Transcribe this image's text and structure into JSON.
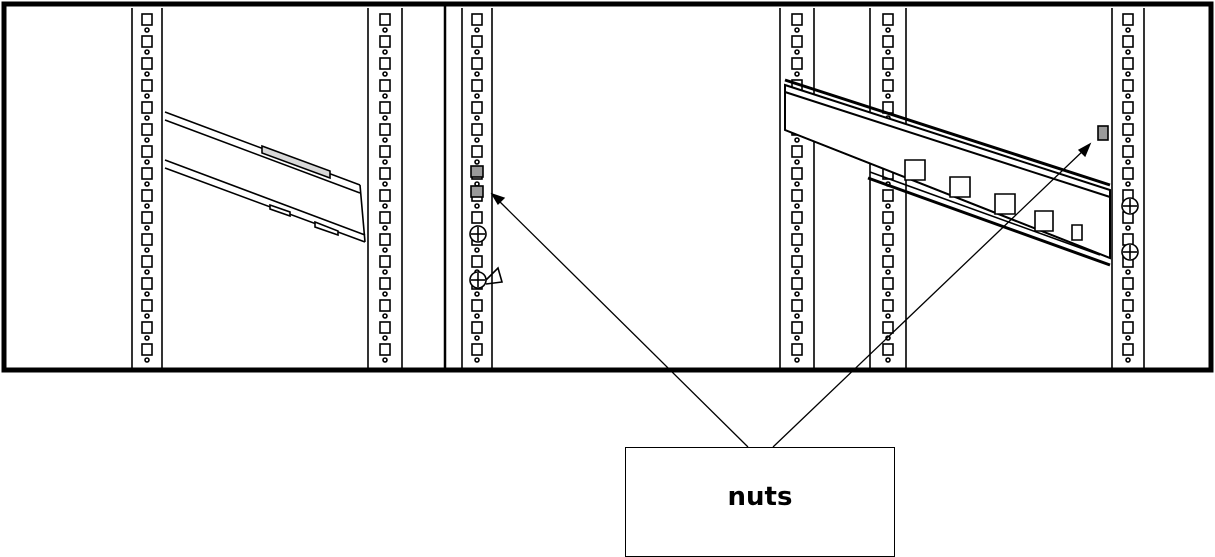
{
  "callout": {
    "label": "nuts"
  },
  "colors": {
    "line": "#000000",
    "background": "#ffffff",
    "fill_gray": "#cfcfcf"
  },
  "icons": [
    "rack-rail",
    "mounting-rail",
    "cage-nut",
    "screw"
  ]
}
